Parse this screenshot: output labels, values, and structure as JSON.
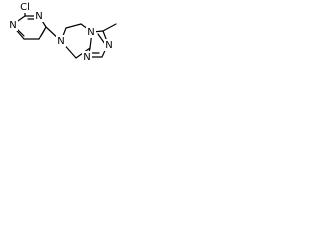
{
  "molecule": {
    "atoms": {
      "chlorine": "Cl",
      "pyrimidine_n_top": "N",
      "pyrimidine_n_left": "N",
      "piperazine_n": "N",
      "triazole_n_right": "N",
      "triazole_n_bottom_right": "N",
      "triazole_n_bottom_left": "N"
    }
  }
}
